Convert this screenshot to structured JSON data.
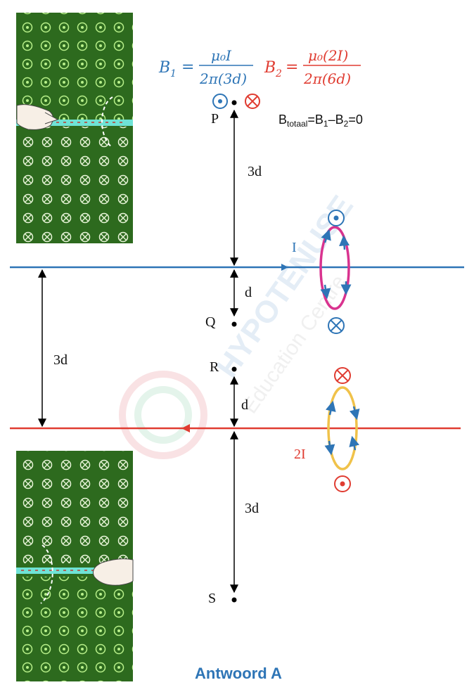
{
  "colors": {
    "wire_top": "#2e75b6",
    "wire_bottom": "#e03c31",
    "loop_top": "#d9338f",
    "loop_bottom": "#f0c24a",
    "panel_green": "#2d6a1e",
    "panel_dot": "#b8f08a",
    "answer": "#2e75b6"
  },
  "formulas": {
    "b1_lhs": "B",
    "b1_sub": "1",
    "b1_num": "μ₀I",
    "b1_den": "2π(3d)",
    "b2_lhs": "B",
    "b2_sub": "2",
    "b2_num": "μ₀(2I)",
    "b2_den": "2π(6d)",
    "btot_main": "B",
    "btot_sub": "totaal",
    "btot_rest1": "=B",
    "btot_sub1": "1",
    "btot_rest2": "–B",
    "btot_sub2": "2",
    "btot_rest3": "=0"
  },
  "points": {
    "p": "P",
    "q": "Q",
    "r": "R",
    "s": "S"
  },
  "distances": {
    "p_to_wire": "3d",
    "wire_to_q": "d",
    "r_to_wire": "d",
    "wire_to_s": "3d",
    "between_wires": "3d"
  },
  "currents": {
    "top": "I",
    "bottom": "2I"
  },
  "watermark": {
    "brand": "HYPOTENUSE",
    "sub": "Education Centre"
  },
  "answer": "Antwoord A",
  "field_symbols": {
    "out": "out-of-page",
    "in": "into-page"
  }
}
